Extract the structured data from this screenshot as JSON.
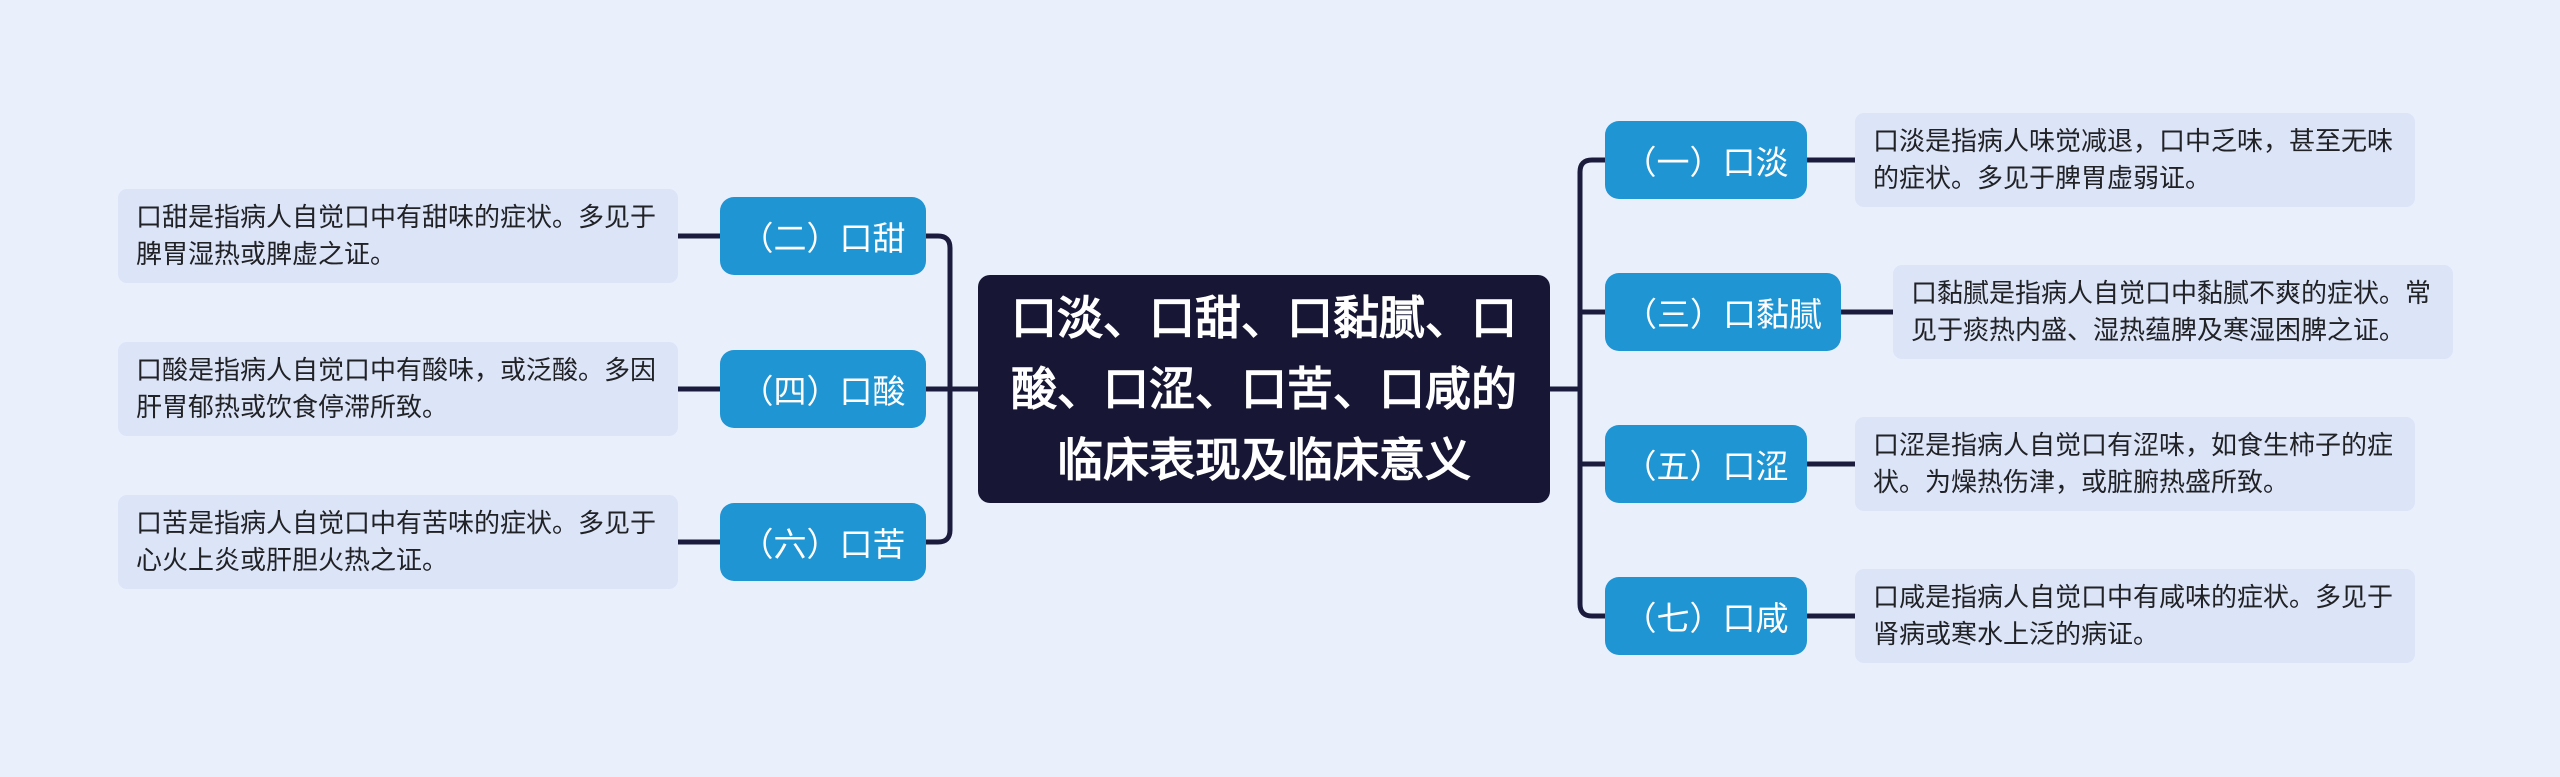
{
  "diagram": {
    "root": {
      "label": "口淡、口甜、口黏腻、口酸、口涩、口苦、口咸的临床表现及临床意义"
    },
    "left_branches": [
      {
        "label": "（二）口甜",
        "description": "口甜是指病人自觉口中有甜味的症状。多见于脾胃湿热或脾虚之证。"
      },
      {
        "label": "（四）口酸",
        "description": "口酸是指病人自觉口中有酸味，或泛酸。多因肝胃郁热或饮食停滞所致。"
      },
      {
        "label": "（六）口苦",
        "description": "口苦是指病人自觉口中有苦味的症状。多见于心火上炎或肝胆火热之证。"
      }
    ],
    "right_branches": [
      {
        "label": "（一）口淡",
        "description": "口淡是指病人味觉减退，口中乏味，甚至无味的症状。多见于脾胃虚弱证。"
      },
      {
        "label": "（三）口黏腻",
        "description": "口黏腻是指病人自觉口中黏腻不爽的症状。常见于痰热内盛、湿热蕴脾及寒湿困脾之证。"
      },
      {
        "label": "（五）口涩",
        "description": "口涩是指病人自觉口有涩味，如食生柿子的症状。为燥热伤津，或脏腑热盛所致。"
      },
      {
        "label": "（七）口咸",
        "description": "口咸是指病人自觉口中有咸味的症状。多见于肾病或寒水上泛的病证。"
      }
    ],
    "colors": {
      "background": "#EAEFFC",
      "node_blue": "#2095D3",
      "root_navy": "#171735",
      "connector": "#1B1C3D",
      "description_bg": "#DCE4F8"
    }
  }
}
